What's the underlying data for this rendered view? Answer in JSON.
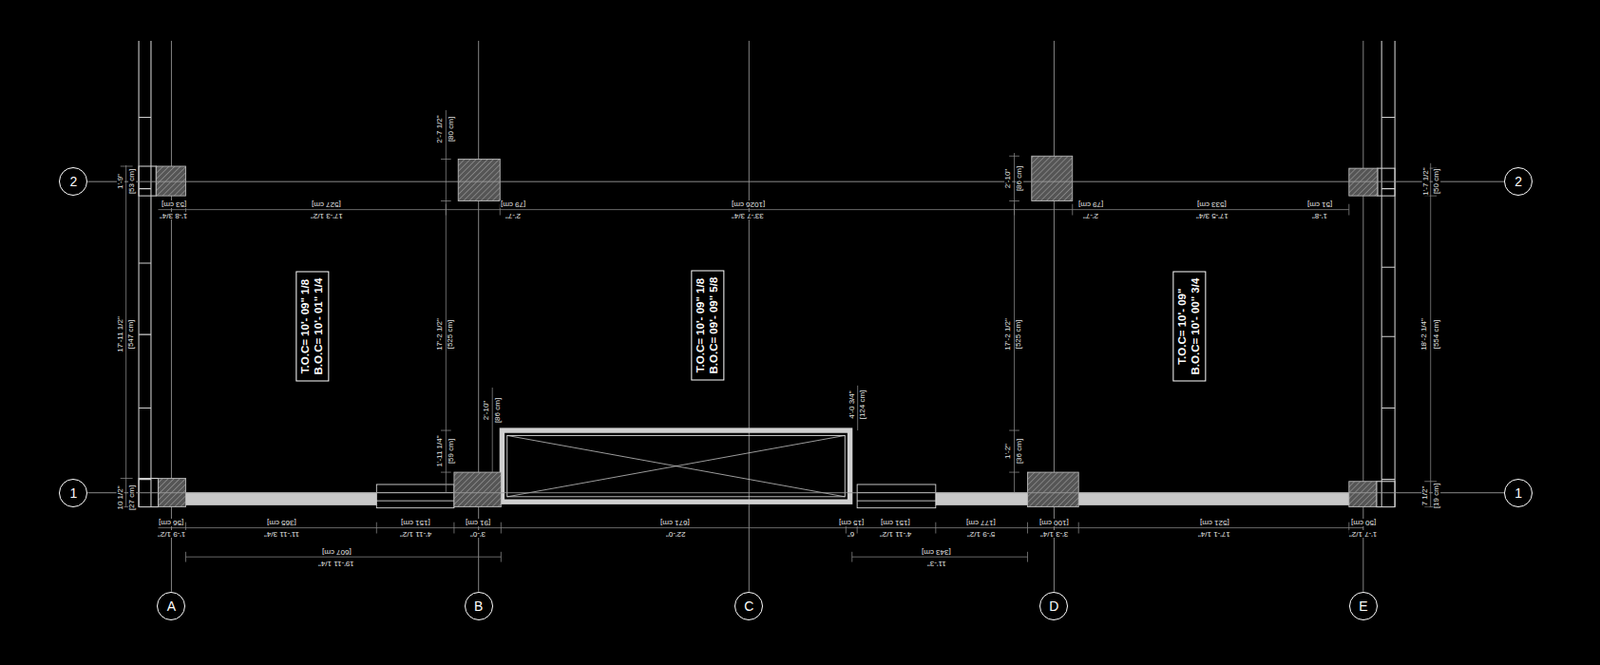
{
  "diagram": {
    "nodes": [
      {
        "text": [
          "2"
        ]
      },
      {
        "text": [
          "2"
        ]
      },
      {
        "text": [
          "T.O.C= 10'- 09\" 1/8",
          "B.O.C= 10'- 01\" 1/4"
        ]
      },
      {
        "text": [
          "T.O.C= 10'- 09\" 1/8",
          "B.O.C= 09'- 09\" 5/8"
        ]
      },
      {
        "text": [
          "T.O.C= 10'- 09\"",
          "B.O.C= 10'- 00\" 3/4"
        ]
      },
      {
        "text": [
          "1"
        ]
      },
      {
        "text": [
          "1"
        ]
      },
      {
        "text": [
          "A"
        ]
      },
      {
        "text": [
          "B"
        ]
      },
      {
        "text": [
          "C"
        ]
      },
      {
        "text": [
          "D"
        ]
      },
      {
        "text": [
          "E"
        ]
      }
    ],
    "edges": [
      {
        "from": 0,
        "to": 1,
        "arrow": "none"
      },
      {
        "from": 5,
        "to": 6,
        "arrow": "none"
      }
    ],
    "labels": [
      "[53 cm]",
      "1'-8 3/4\"",
      "[527 cm]",
      "17'-3 1/2\"",
      "[79 cm]",
      "2'-7\"",
      "[1026 cm]",
      "33'-7 3/4\"",
      "[79 cm]",
      "2'-7\"",
      "[533 cm]",
      "17'-5 3/4\"",
      "[51 cm]",
      "1'-8\"",
      "1'-9\"",
      "[53 cm]",
      "17'-11 1/2\"",
      "[547 cm]",
      "10 1/2\"",
      "[27 cm]",
      "2'-7 1/2\"",
      "[80 cm]",
      "17'-2 1/2\"",
      "[525 cm]",
      "1'-11 1/4\"",
      "[59 cm]",
      "2'-10\"",
      "[86 cm]",
      "2'-10\"",
      "[86 cm]",
      "17'-2 1/2\"",
      "[525 cm]",
      "1'-2\"",
      "[36 cm]",
      "4'-0 3/4\"",
      "[124 cm]",
      "1'-7 1/2\"",
      "[50 cm]",
      "18'-2 1/4\"",
      "[554 cm]",
      "7 1/2\"",
      "[19 cm]",
      "[56 cm]",
      "1'-9 1/2\"",
      "[365 cm]",
      "11'-11 3/4\"",
      "[151 cm]",
      "4'-11 1/2\"",
      "[91 cm]",
      "3'-0\"",
      "[671 cm]",
      "22'-0\"",
      "[15 cm]",
      "6\"",
      "[151 cm]",
      "4'-11 1/2\"",
      "[177 cm]",
      "5'-9 1/2\"",
      "[100 cm]",
      "3'-3 1/4\"",
      "[521 cm]",
      "17'-1 1/4\"",
      "[50 cm]",
      "1'-7 1/2\"",
      "[607 cm]",
      "19'-11 1/4\"",
      "[343 cm]",
      "11'-3\""
    ]
  }
}
